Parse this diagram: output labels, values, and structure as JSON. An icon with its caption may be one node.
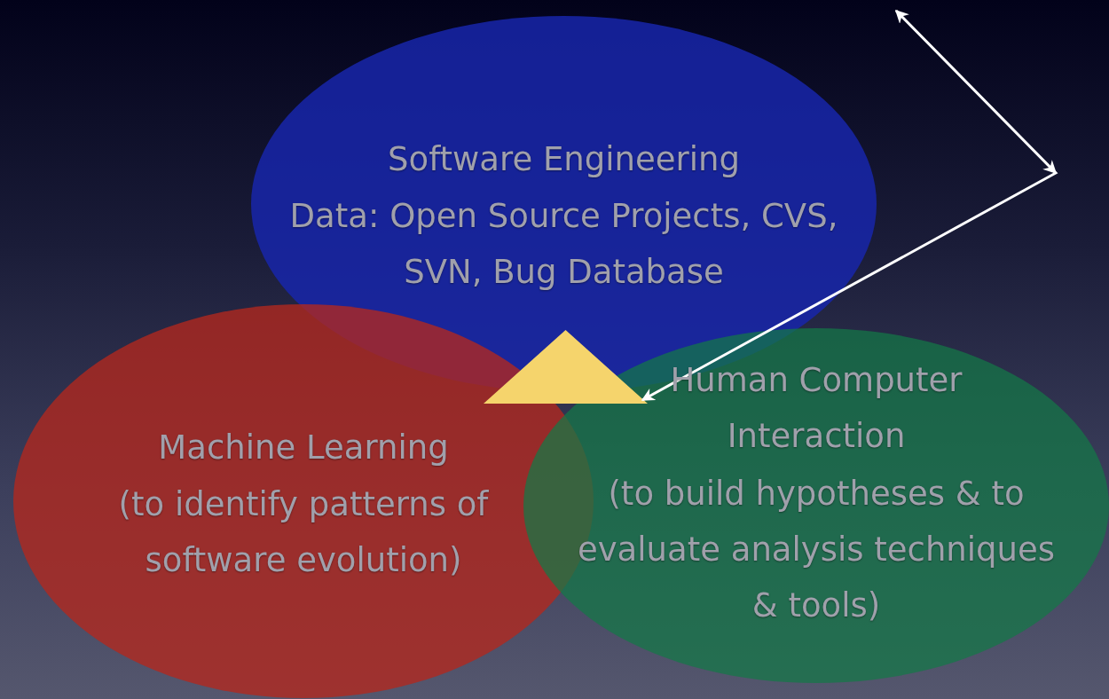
{
  "diagram": {
    "nodes": [
      {
        "text": [
          "Software Engineering",
          "Data: Open Source Projects, CVS, SVN, Bug Database"
        ]
      },
      {
        "text": [
          "Machine Learning",
          "(to identify patterns of software evolution)"
        ]
      },
      {
        "text": [
          "Human Computer Interaction",
          "(to build hypotheses & to evaluate analysis techniques & tools)"
        ]
      },
      {
        "text": [],
        "shape": "triangle"
      }
    ],
    "edges": [
      {
        "from": null,
        "to": 3,
        "arrow": "both"
      }
    ]
  }
}
